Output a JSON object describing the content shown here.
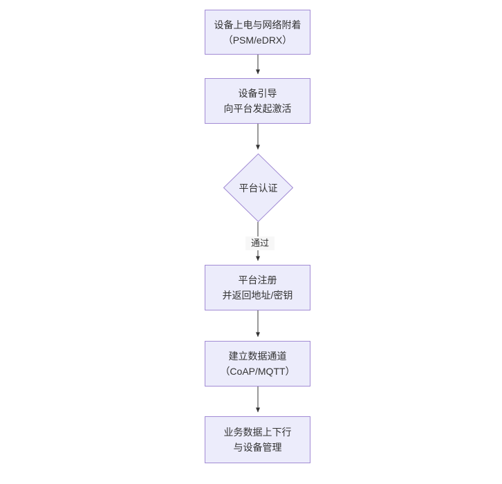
{
  "diagram": {
    "type": "flowchart",
    "orientation": "top-to-bottom",
    "colors": {
      "node_fill": "#ececfb",
      "node_border": "#a18ad4",
      "text": "#333333",
      "connector": "#333333",
      "background": "#ffffff",
      "edge_label_bg": "#f7f7f7"
    },
    "nodes": [
      {
        "id": "n1",
        "shape": "rectangle",
        "lines": [
          "设备上电与网络附着",
          "（PSM/eDRX）"
        ]
      },
      {
        "id": "n2",
        "shape": "rectangle",
        "lines": [
          "设备引导",
          "向平台发起激活"
        ]
      },
      {
        "id": "n3",
        "shape": "diamond",
        "lines": [
          "平台认证"
        ]
      },
      {
        "id": "n4",
        "shape": "rectangle",
        "lines": [
          "平台注册",
          "并返回地址/密钥"
        ]
      },
      {
        "id": "n5",
        "shape": "rectangle",
        "lines": [
          "建立数据通道",
          "（CoAP/MQTT）"
        ]
      },
      {
        "id": "n6",
        "shape": "rectangle",
        "lines": [
          "业务数据上下行",
          "与设备管理"
        ]
      }
    ],
    "edges": [
      {
        "id": "e1",
        "from": "n1",
        "to": "n2",
        "label": ""
      },
      {
        "id": "e2",
        "from": "n2",
        "to": "n3",
        "label": ""
      },
      {
        "id": "e3",
        "from": "n3",
        "to": "n4",
        "label": "通过"
      },
      {
        "id": "e4",
        "from": "n4",
        "to": "n5",
        "label": ""
      },
      {
        "id": "e5",
        "from": "n5",
        "to": "n6",
        "label": ""
      }
    ]
  }
}
